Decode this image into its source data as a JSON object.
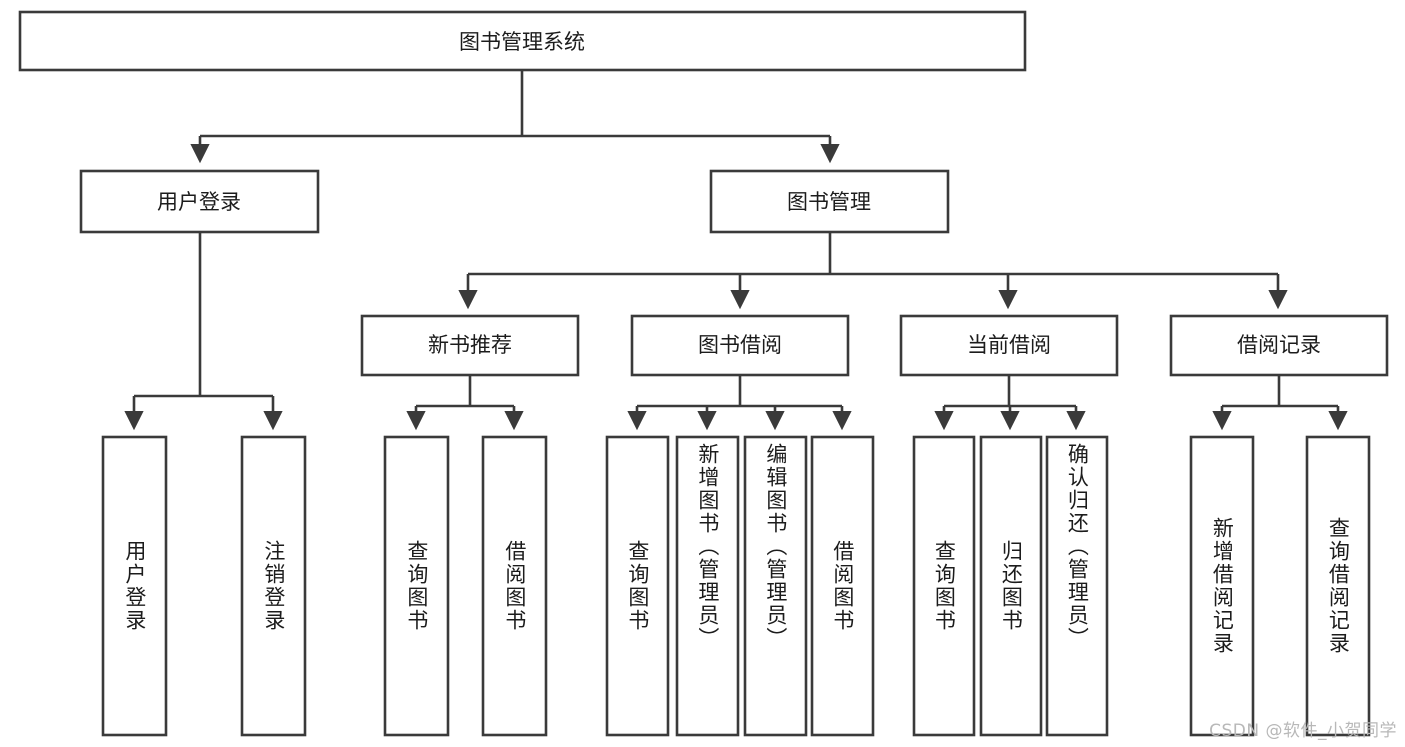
{
  "diagram": {
    "type": "tree-hierarchy",
    "title": "图书管理系统",
    "root": {
      "label": "图书管理系统",
      "level": 0
    },
    "level1": [
      {
        "label": "用户登录"
      },
      {
        "label": "图书管理"
      }
    ],
    "level2": [
      {
        "label": "新书推荐"
      },
      {
        "label": "图书借阅"
      },
      {
        "label": "当前借阅"
      },
      {
        "label": "借阅记录"
      }
    ],
    "leaves": {
      "user_login": [
        {
          "label": "用户登录"
        },
        {
          "label": "注销登录"
        }
      ],
      "new_book_rec": [
        {
          "label": "查询图书"
        },
        {
          "label": "借阅图书"
        }
      ],
      "book_borrow": [
        {
          "label": "查询图书"
        },
        {
          "label": "新增图书（管理员）"
        },
        {
          "label": "编辑图书（管理员）"
        },
        {
          "label": "借阅图书"
        }
      ],
      "current_borrow": [
        {
          "label": "查询图书"
        },
        {
          "label": "归还图书"
        },
        {
          "label": "确认归还（管理员）"
        }
      ],
      "borrow_record": [
        {
          "label": "新增借阅记录"
        },
        {
          "label": "查询借阅记录"
        }
      ]
    }
  },
  "watermark": {
    "text": "CSDN @软件_小贺同学"
  },
  "colors": {
    "stroke": "#3a3a3a",
    "box_fill": "#ffffff",
    "text": "#1c1c1c",
    "background": "#ffffff",
    "watermark": "#b8b8b8"
  }
}
